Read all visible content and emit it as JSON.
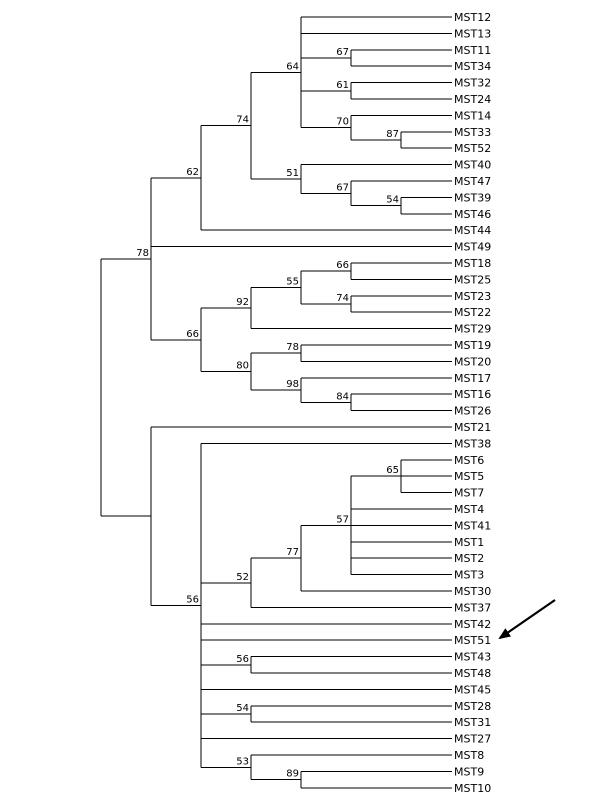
{
  "leaves": [
    "MST12",
    "MST13",
    "MST11",
    "MST34",
    "MST32",
    "MST24",
    "MST14",
    "MST33",
    "MST52",
    "MST40",
    "MST47",
    "MST39",
    "MST46",
    "MST44",
    "MST49",
    "MST18",
    "MST25",
    "MST23",
    "MST22",
    "MST29",
    "MST19",
    "MST20",
    "MST17",
    "MST16",
    "MST26",
    "MST21",
    "MST38",
    "MST6",
    "MST5",
    "MST7",
    "MST4",
    "MST41",
    "MST1",
    "MST2",
    "MST3",
    "MST30",
    "MST37",
    "MST42",
    "MST51",
    "MST43",
    "MST48",
    "MST45",
    "MST28",
    "MST31",
    "MST27",
    "MST8",
    "MST9",
    "MST10"
  ],
  "tree": {
    "support": "",
    "children": [
      {
        "support": "78",
        "children": [
          {
            "support": "62",
            "children": [
              {
                "support": "74",
                "children": [
                  {
                    "support": "64",
                    "children": [
                      {
                        "leaf": 0
                      },
                      {
                        "leaf": 1
                      },
                      {
                        "support": "67",
                        "children": [
                          {
                            "leaf": 2
                          },
                          {
                            "leaf": 3
                          }
                        ]
                      },
                      {
                        "support": "61",
                        "children": [
                          {
                            "leaf": 4
                          },
                          {
                            "leaf": 5
                          }
                        ]
                      },
                      {
                        "support": "70",
                        "children": [
                          {
                            "leaf": 6
                          },
                          {
                            "support": "87",
                            "children": [
                              {
                                "leaf": 7
                              },
                              {
                                "leaf": 8
                              }
                            ]
                          }
                        ]
                      }
                    ]
                  },
                  {
                    "support": "51",
                    "children": [
                      {
                        "leaf": 9
                      },
                      {
                        "support": "67",
                        "children": [
                          {
                            "leaf": 10
                          },
                          {
                            "support": "54",
                            "children": [
                              {
                                "leaf": 11
                              },
                              {
                                "leaf": 12
                              }
                            ]
                          }
                        ]
                      }
                    ]
                  }
                ]
              },
              {
                "leaf": 13
              }
            ]
          },
          {
            "leaf": 14
          },
          {
            "support": "66",
            "children": [
              {
                "support": "92",
                "children": [
                  {
                    "support": "55",
                    "children": [
                      {
                        "support": "66",
                        "children": [
                          {
                            "leaf": 15
                          },
                          {
                            "leaf": 16
                          }
                        ]
                      },
                      {
                        "support": "74",
                        "children": [
                          {
                            "leaf": 17
                          },
                          {
                            "leaf": 18
                          }
                        ]
                      }
                    ]
                  },
                  {
                    "leaf": 19
                  }
                ]
              },
              {
                "support": "80",
                "children": [
                  {
                    "support": "78",
                    "children": [
                      {
                        "leaf": 20
                      },
                      {
                        "leaf": 21
                      }
                    ]
                  },
                  {
                    "support": "98",
                    "children": [
                      {
                        "leaf": 22
                      },
                      {
                        "support": "84",
                        "children": [
                          {
                            "leaf": 23
                          },
                          {
                            "leaf": 24
                          }
                        ]
                      }
                    ]
                  }
                ]
              }
            ]
          }
        ]
      },
      {
        "support": "",
        "children": [
          {
            "leaf": 25
          },
          {
            "support": "56",
            "children": [
              {
                "leaf": 26
              },
              {
                "support": "52",
                "children": [
                  {
                    "support": "77",
                    "children": [
                      {
                        "support": "57",
                        "children": [
                          {
                            "support": "65",
                            "children": [
                              {
                                "leaf": 27
                              },
                              {
                                "leaf": 28
                              },
                              {
                                "leaf": 29
                              }
                            ]
                          },
                          {
                            "leaf": 30
                          },
                          {
                            "leaf": 31
                          },
                          {
                            "leaf": 32
                          },
                          {
                            "leaf": 33
                          },
                          {
                            "leaf": 34
                          }
                        ]
                      },
                      {
                        "leaf": 35
                      }
                    ]
                  },
                  {
                    "leaf": 36
                  }
                ]
              },
              {
                "leaf": 37
              },
              {
                "leaf": 38
              },
              {
                "support": "56",
                "children": [
                  {
                    "leaf": 39
                  },
                  {
                    "leaf": 40
                  }
                ]
              },
              {
                "leaf": 41
              },
              {
                "support": "54",
                "children": [
                  {
                    "leaf": 42
                  },
                  {
                    "leaf": 43
                  }
                ]
              },
              {
                "leaf": 44
              },
              {
                "support": "53",
                "children": [
                  {
                    "leaf": 45
                  },
                  {
                    "support": "89",
                    "children": [
                      {
                        "leaf": 46
                      },
                      {
                        "leaf": 47
                      }
                    ]
                  }
                ]
              }
            ]
          }
        ]
      }
    ]
  },
  "highlight_leaf": "MST51"
}
